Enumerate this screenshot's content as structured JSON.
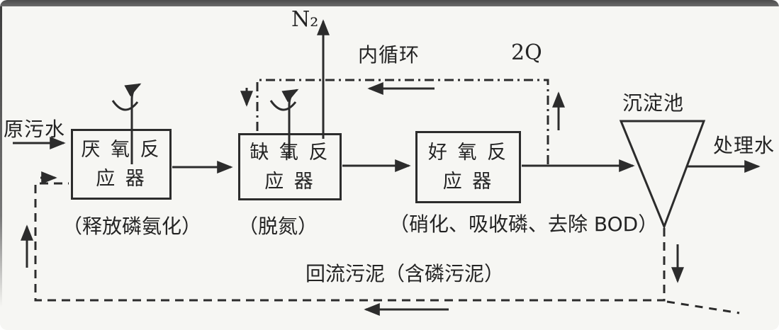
{
  "diagram": {
    "labels": {
      "raw_water": "原污水",
      "n2_gas": "N₂",
      "internal_recycle": "内循环",
      "recycle_flow": "2Q",
      "sedimentation_tank": "沉淀池",
      "treated_water": "处理水",
      "return_sludge": "回流污泥（含磷污泥）"
    },
    "reactors": [
      {
        "name_line1": "厌 氧 反",
        "name_line2": "应 器",
        "caption": "（释放磷氨化）"
      },
      {
        "name_line1": "缺 氧 反",
        "name_line2": "应 器",
        "caption": "（脱氮）"
      },
      {
        "name_line1": "好 氧 反",
        "name_line2": "应 器",
        "caption": "（硝化、吸收磷、去除 BOD）"
      }
    ],
    "colors": {
      "ink": "#2c2c2c",
      "background": "#f6f6f3"
    }
  }
}
